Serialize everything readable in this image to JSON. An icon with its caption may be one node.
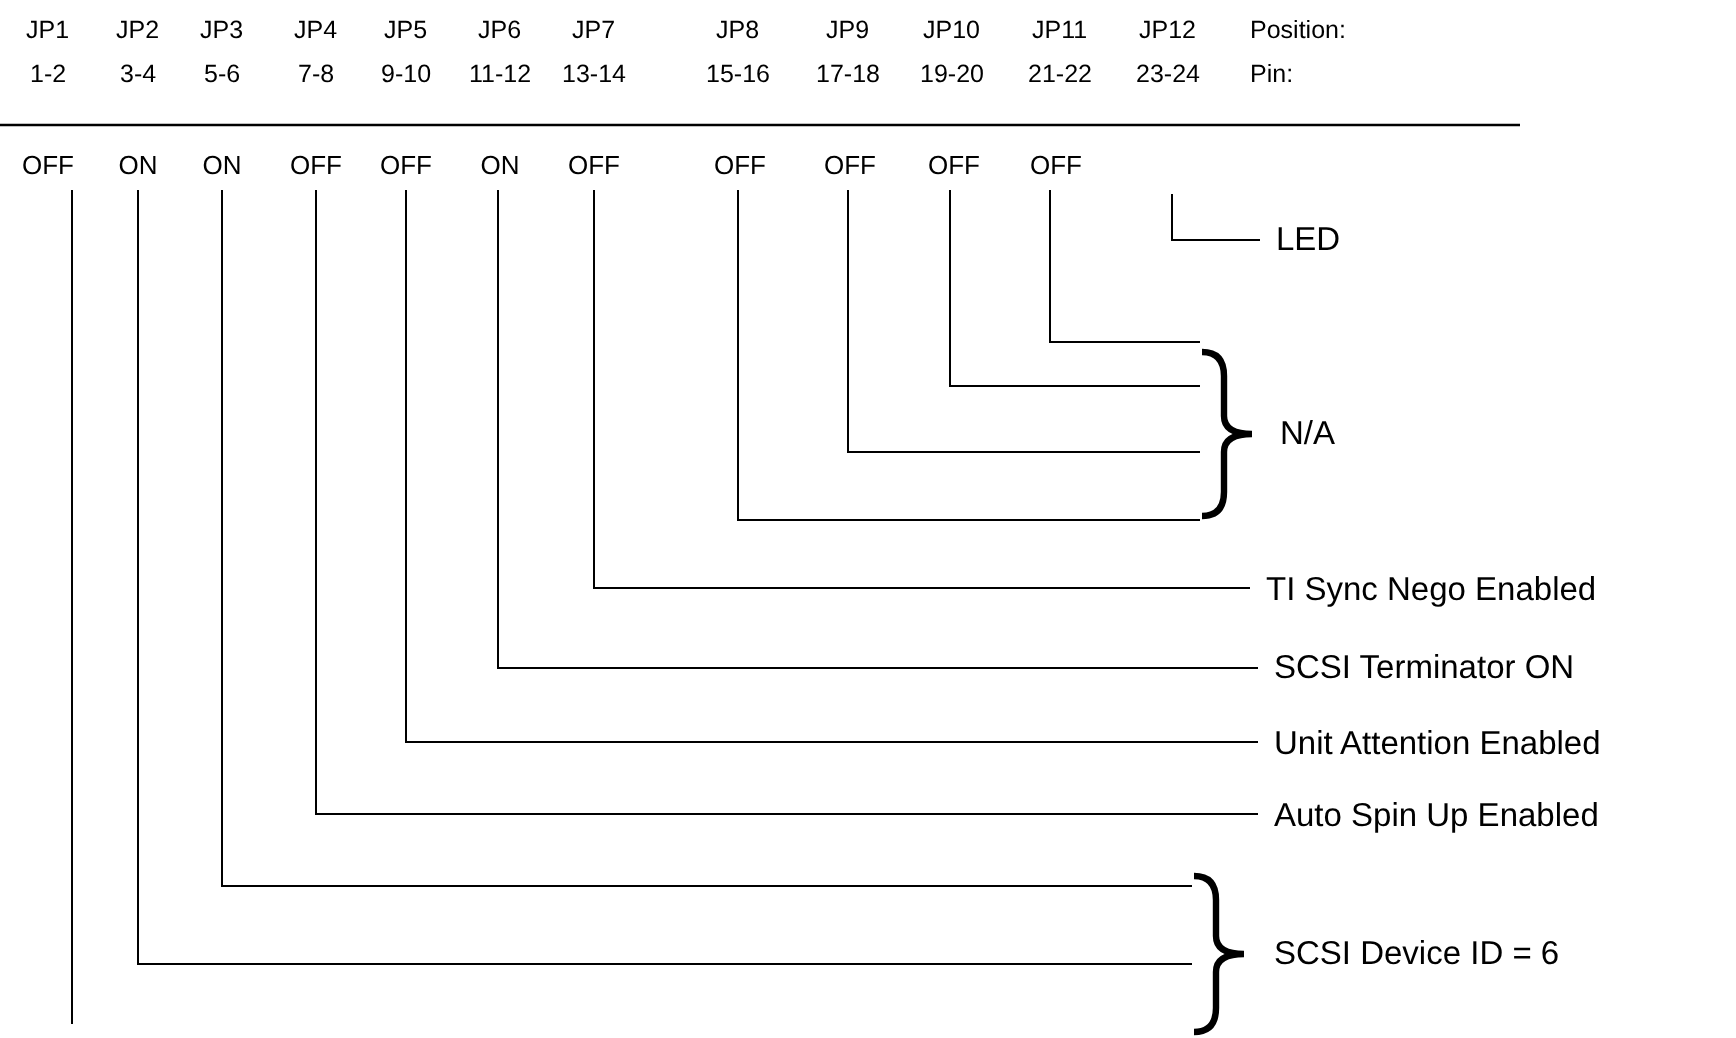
{
  "diagram": {
    "nodes": [
      {
        "text": [
          "OFF"
        ]
      },
      {
        "text": [
          "ON"
        ]
      },
      {
        "text": [
          "ON"
        ]
      },
      {
        "text": [
          "OFF"
        ]
      },
      {
        "text": [
          "OFF"
        ]
      },
      {
        "text": [
          "ON"
        ]
      },
      {
        "text": [
          "OFF"
        ]
      },
      {
        "text": [
          "OFF"
        ]
      },
      {
        "text": [
          "OFF"
        ]
      },
      {
        "text": [
          "OFF"
        ]
      },
      {
        "text": [
          "OFF"
        ]
      },
      {
        "text": [
          "LED"
        ]
      },
      {
        "text": [
          "N/A"
        ]
      },
      {
        "text": [
          "TI Sync Nego Enabled"
        ]
      },
      {
        "text": [
          "SCSI Terminator ON"
        ]
      },
      {
        "text": [
          "Unit Attention Enabled"
        ]
      },
      {
        "text": [
          "Auto Spin Up Enabled"
        ]
      },
      {
        "text": [
          "SCSI Device ID = 6"
        ]
      }
    ],
    "edges": [
      {
        "from": 0,
        "to": null,
        "arrow": "none"
      },
      {
        "from": 1,
        "to": 17,
        "arrow": "none"
      },
      {
        "from": 2,
        "to": 17,
        "arrow": "none"
      },
      {
        "from": 3,
        "to": 16,
        "arrow": "none"
      },
      {
        "from": 4,
        "to": 15,
        "arrow": "none"
      },
      {
        "from": 5,
        "to": 14,
        "arrow": "none"
      },
      {
        "from": 6,
        "to": 13,
        "arrow": "none"
      },
      {
        "from": 7,
        "to": 12,
        "arrow": "none"
      },
      {
        "from": 8,
        "to": 12,
        "arrow": "none"
      },
      {
        "from": 9,
        "to": 12,
        "arrow": "none"
      },
      {
        "from": 10,
        "to": 12,
        "arrow": "none"
      },
      {
        "from": null,
        "to": 11,
        "arrow": "none"
      }
    ],
    "labels": [
      "JP1",
      "JP2",
      "JP3",
      "JP4",
      "JP5",
      "JP6",
      "JP7",
      "JP8",
      "JP9",
      "JP10",
      "JP11",
      "JP12",
      "Position:",
      "1-2",
      "3-4",
      "5-6",
      "7-8",
      "9-10",
      "11-12",
      "13-14",
      "15-16",
      "17-18",
      "19-20",
      "21-22",
      "23-24",
      "Pin:"
    ]
  }
}
